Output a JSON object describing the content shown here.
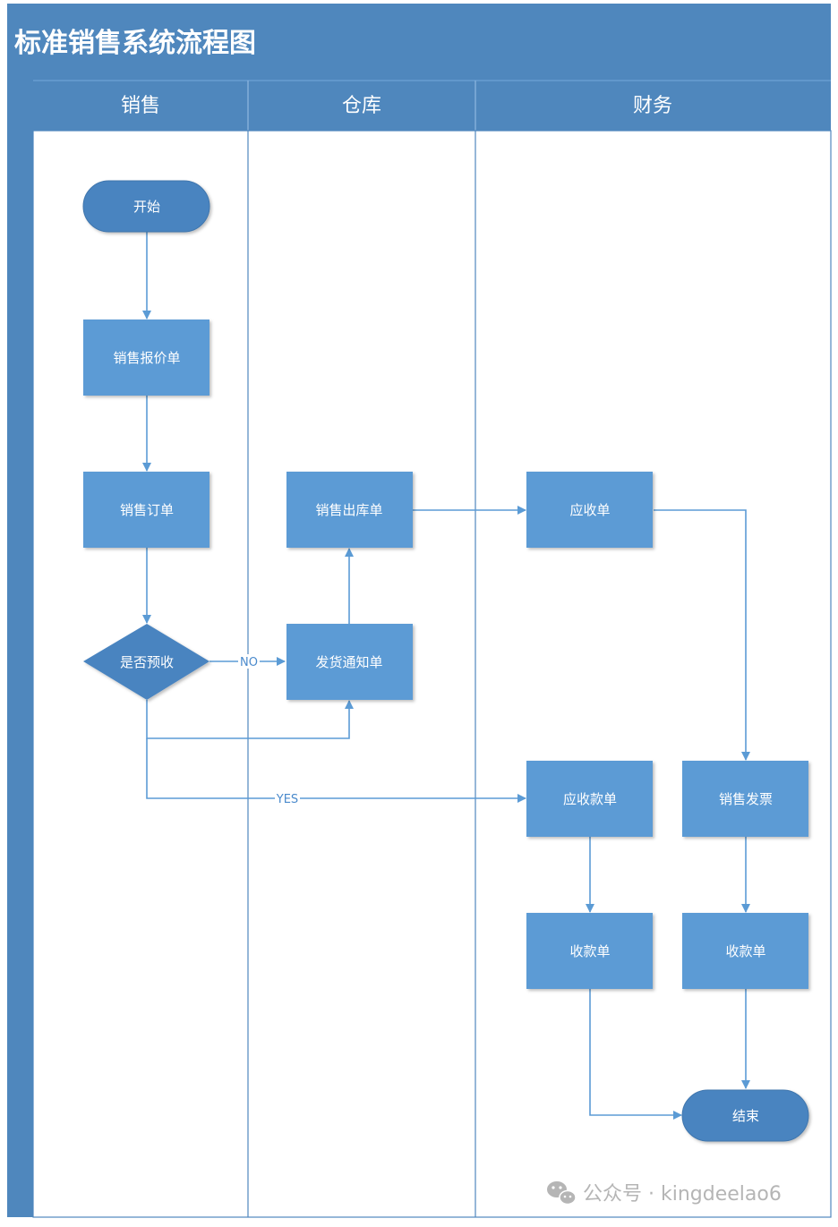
{
  "title": "标准销售系统流程图",
  "lanes": {
    "sales": "销售",
    "warehouse": "仓库",
    "finance": "财务"
  },
  "nodes": {
    "start": "开始",
    "quote": "销售报价单",
    "order": "销售订单",
    "decision": "是否预收",
    "delivery_notice": "发货通知单",
    "outbound": "销售出库单",
    "receivable": "应收单",
    "invoice": "销售发票",
    "receivable_payment": "应收款单",
    "receipt_left": "收款单",
    "receipt_right": "收款单",
    "end": "结束"
  },
  "edge_labels": {
    "no": "NO",
    "yes": "YES"
  },
  "watermark": {
    "text": "公众号 · kingdeelao6",
    "icon": "wechat-icon"
  },
  "colors": {
    "header_bg": "#4f87bd",
    "node_fill": "#5b9bd5",
    "terminal_fill": "#4a84c0",
    "edge": "#5b9bd5"
  }
}
